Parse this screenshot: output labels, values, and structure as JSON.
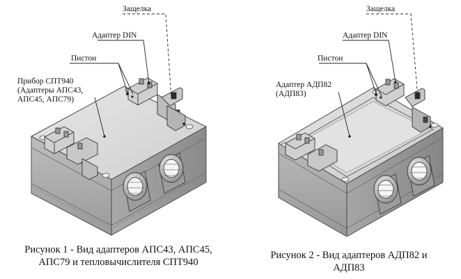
{
  "figure1": {
    "labels": {
      "latch": "Защелка",
      "din_adapter": "Адаптер DIN",
      "piston": "Пистон",
      "device_line1": "Прибор СПТ940",
      "device_line2": "(Адаптеры АПС43,",
      "device_line3": "АПС45, АПС79)"
    },
    "caption_line1": "Рисунок 1 - Вид адаптеров АПС43, АПС45,",
    "caption_line2": "АПС79 и тепловычислителя СПТ940"
  },
  "figure2": {
    "labels": {
      "latch": "Защелка",
      "din_adapter": "Адаптер DIN",
      "piston": "Пистон",
      "adapter_line1": "Адаптер АДП82",
      "adapter_line2": "(АДП83)"
    },
    "caption_line1": "Рисунок 2 - Вид адаптеров АДП82 и",
    "caption_line2": "АДП83"
  },
  "colors": {
    "body_light": "#d9d9d9",
    "body_mid": "#b8b8b8",
    "body_dark": "#8e8e8e",
    "outline": "#4a4a4a",
    "leader": "#222222"
  }
}
